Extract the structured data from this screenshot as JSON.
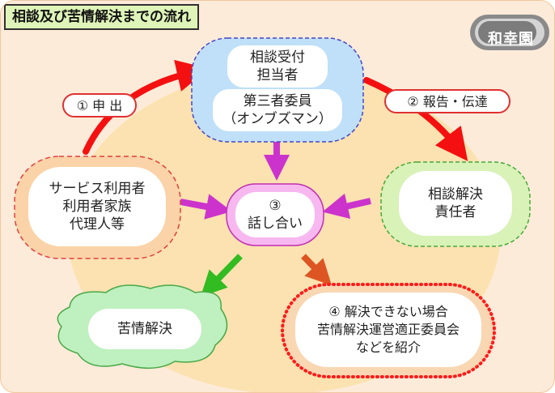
{
  "title": "相談及び苦情解決までの流れ",
  "logo": "和幸園",
  "labels": {
    "apply": "① 申 出",
    "report": "② 報告・伝達"
  },
  "nodes": {
    "consult_line1": "相談受付",
    "consult_line2": "担当者",
    "third_line1": "第三者委員",
    "third_line2": "（オンブズマン）",
    "user_line1": "サービス利用者",
    "user_line2": "利用者家族",
    "user_line3": "代理人等",
    "discuss_line1": "③",
    "discuss_line2": "話し合い",
    "resp_line1": "相談解決",
    "resp_line2": "責任者",
    "resolved": "苦情解決",
    "fail_line1": "④ 解決できない場合",
    "fail_line2": "苦情解決運営適正委員会",
    "fail_line3": "などを紹介"
  },
  "colors": {
    "background": "#fdebd9",
    "blob": "#fbe2b0",
    "red_arrow": "#f41010",
    "magenta_arrow": "#cc33cc",
    "green_arrow": "#33bb22",
    "orange_arrow": "#dd5522",
    "consult_fill": "#bfe0f8",
    "user_fill": "#fbd3a8",
    "discuss_fill": "#f7b8f0",
    "resp_fill": "#d8f2b8",
    "resolved_fill": "#bff0bf",
    "fail_fill": "#f9d7b3"
  }
}
